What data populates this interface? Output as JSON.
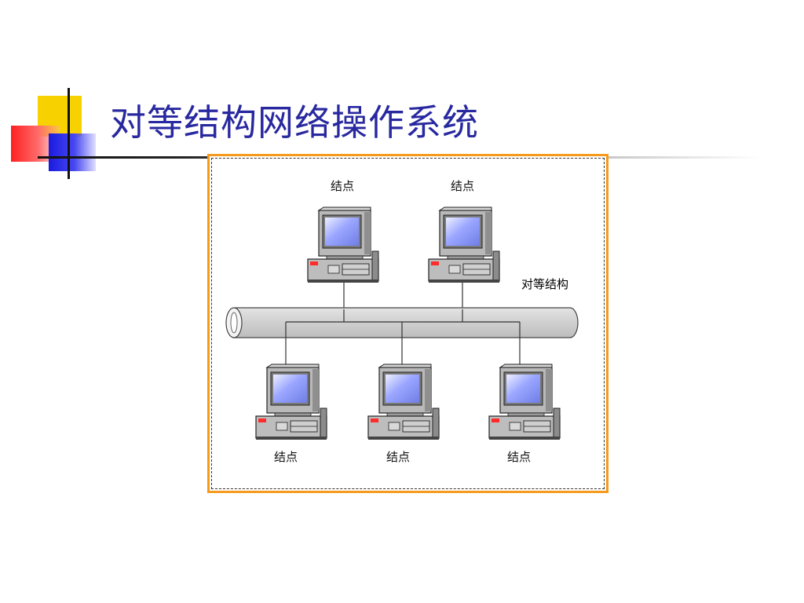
{
  "slide": {
    "title": "对等结构网络操作系统"
  },
  "diagram": {
    "structure_label": "对等结构",
    "top_nodes": [
      {
        "label": "结点"
      },
      {
        "label": "结点"
      }
    ],
    "bottom_nodes": [
      {
        "label": "结点"
      },
      {
        "label": "结点"
      },
      {
        "label": "结点"
      }
    ]
  },
  "colors": {
    "title": "#2828a0",
    "frame_border": "#f59a1d",
    "cable": "#d6d6d6",
    "screen": "#9aa6ff"
  },
  "icons": {
    "computer": "computer-icon",
    "cable": "network-cable-icon"
  }
}
